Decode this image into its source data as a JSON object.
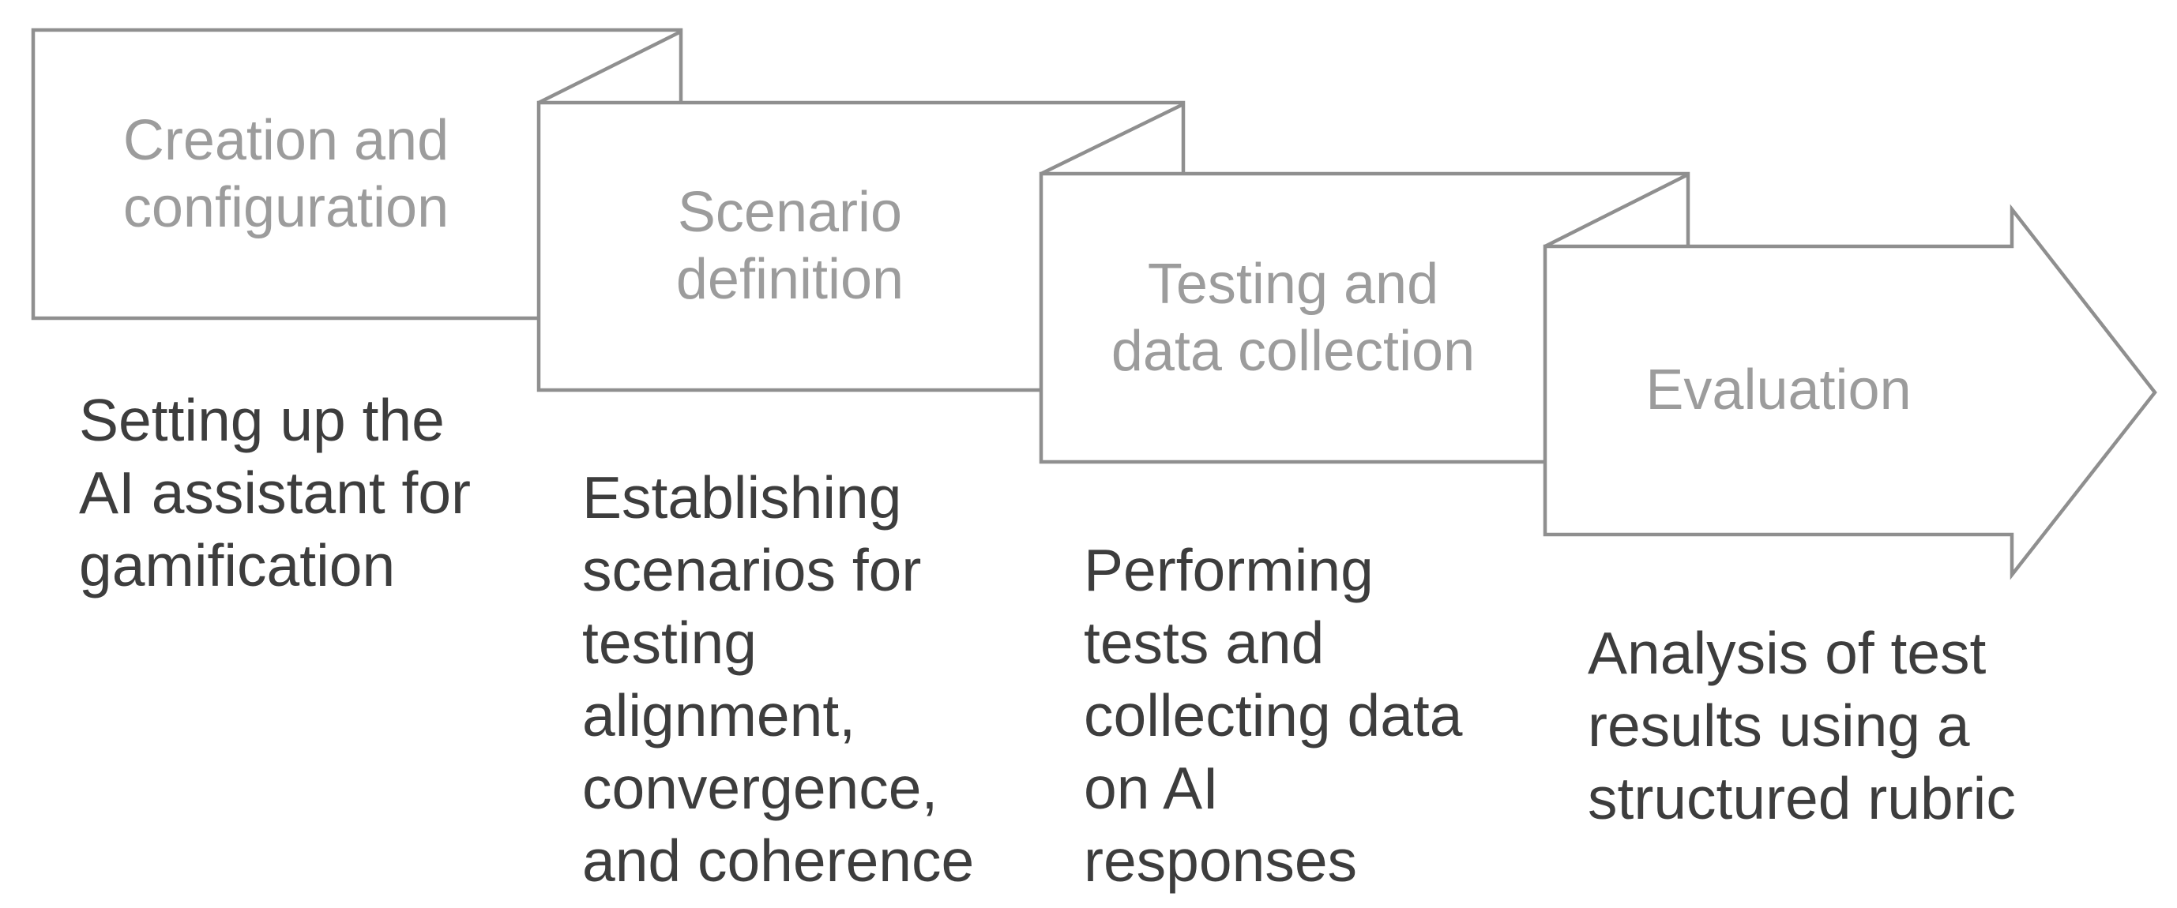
{
  "diagram": {
    "type": "process-flow",
    "direction": "left-to-right",
    "stages": [
      {
        "title": "Creation and\nconfiguration",
        "description": "Setting up the\nAI assistant for\ngamification"
      },
      {
        "title": "Scenario\ndefinition",
        "description": "Establishing\nscenarios for\ntesting\nalignment,\nconvergence,\nand coherence"
      },
      {
        "title": "Testing and\ndata collection",
        "description": "Performing\ntests and\ncollecting data\non AI\nresponses"
      },
      {
        "title": "Evaluation",
        "description": "Analysis of test\nresults using a\nstructured rubric"
      }
    ],
    "colors": {
      "shape_border": "#8f8f8f",
      "shape_fill": "#ffffff",
      "title_text": "#9c9c9c",
      "description_text": "#3d3d3d",
      "page_bg": "#ffffff"
    }
  }
}
